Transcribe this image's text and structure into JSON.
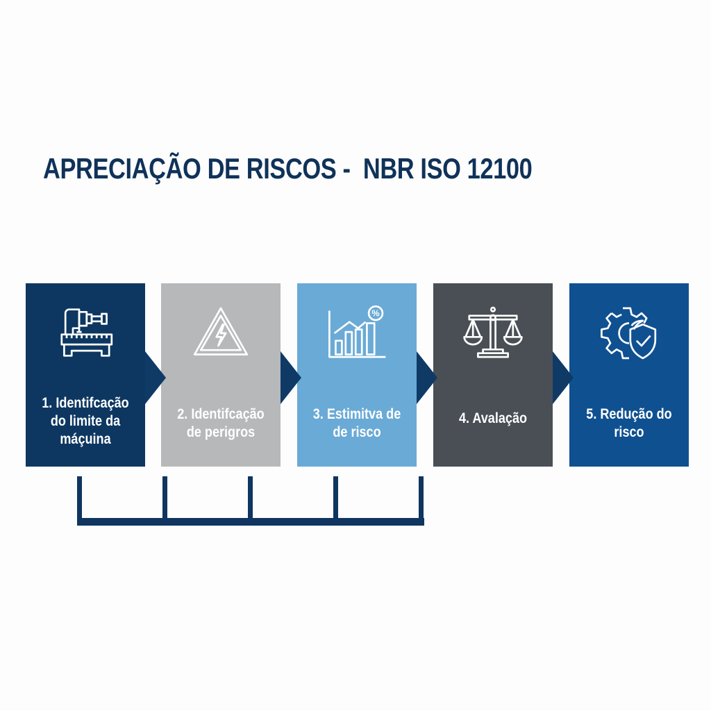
{
  "title": "APRECIAÇÃO DE RISCOS -  NBR ISO 12100",
  "colors": {
    "title": "#0f3259",
    "arrow": "#0f3a66",
    "bracket": "#0f3560",
    "background": "#fdfdfd"
  },
  "steps": [
    {
      "number": 1,
      "label": "1. Identifcação\ndo limite da\nmáçuina",
      "icon": "machine-tool-icon",
      "color": "#0d3761"
    },
    {
      "number": 2,
      "label": "2. Identifcação\nde perigros",
      "icon": "electrical-hazard-warning-icon",
      "color": "#b6b8ba"
    },
    {
      "number": 3,
      "label": "3. Estimitva de\nde risco",
      "icon": "bar-chart-percent-icon",
      "color": "#6aaad6"
    },
    {
      "number": 4,
      "label": "4. Avalação",
      "icon": "balance-scale-icon",
      "color": "#4a4f56"
    },
    {
      "number": 5,
      "label": "5. Redução do\nrisco",
      "icon": "gear-shield-check-icon",
      "color": "#0f5091"
    }
  ]
}
